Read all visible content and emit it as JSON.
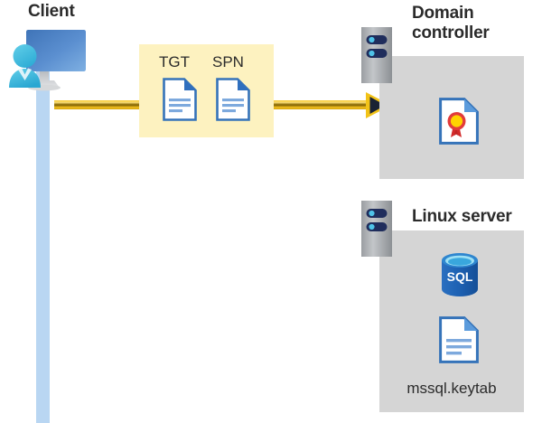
{
  "diagram": {
    "title_client": "Client",
    "title_domain_controller": "Domain\ncontroller",
    "title_linux_server": "Linux server",
    "tokens": {
      "tgt_label": "TGT",
      "spn_label": "SPN",
      "tgt_icon": "document-icon",
      "spn_icon": "document-icon",
      "highlight_color": "#fdf2c0"
    },
    "flow": {
      "arrow_icon": "right-arrow",
      "arrow_color": "#f2c318",
      "arrowhead_color": "#1a2233",
      "direction": "client-to-domain-controller"
    },
    "client": {
      "icon": "user-workstation-icon",
      "lifeline_color": "#b9d6f2"
    },
    "domain_controller": {
      "server_icon": "server-tower-icon",
      "panel_color": "#d5d5d5",
      "contents": [
        {
          "icon": "certificate-document-icon",
          "label": ""
        }
      ]
    },
    "linux_server": {
      "server_icon": "server-tower-icon",
      "panel_color": "#d5d5d5",
      "contents": [
        {
          "icon": "sql-database-icon",
          "label": "SQL"
        },
        {
          "icon": "document-icon",
          "label": "mssql.keytab"
        }
      ],
      "keytab_filename": "mssql.keytab",
      "sql_label": "SQL"
    }
  }
}
